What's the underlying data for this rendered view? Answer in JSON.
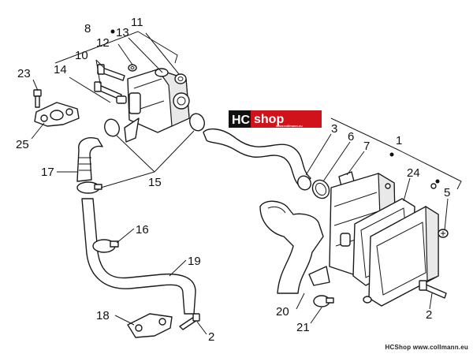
{
  "callouts": {
    "c1": "1",
    "c2a": "2",
    "c2b": "2",
    "c3": "3",
    "c5": "5",
    "c6": "6",
    "c7": "7",
    "c8": "8",
    "c10": "10",
    "c11": "11",
    "c12": "12",
    "c13": "13",
    "c14": "14",
    "c15": "15",
    "c16": "16",
    "c17": "17",
    "c18": "18",
    "c19": "19",
    "c20": "20",
    "c21": "21",
    "c23": "23",
    "c24": "24",
    "c25": "25"
  },
  "logo": {
    "hc": "HC",
    "shop": "shop",
    "tagline": "www.collmann.eu"
  },
  "watermark": "HCShop www.collmann.eu",
  "colors": {
    "logo_red": "#d0121b",
    "logo_black": "#111111",
    "line": "#1a1a1a"
  }
}
